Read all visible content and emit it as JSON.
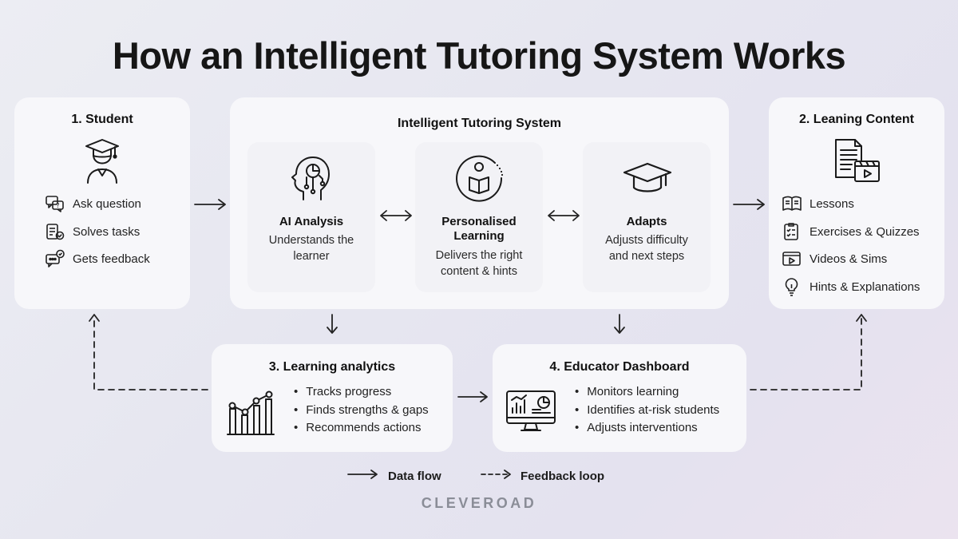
{
  "title": "How an Intelligent Tutoring System Works",
  "student": {
    "title": "1. Student",
    "items": [
      "Ask question",
      "Solves tasks",
      "Gets feedback"
    ]
  },
  "its": {
    "title": "Intelligent Tutoring System",
    "modules": [
      {
        "title": "AI Analysis",
        "desc": [
          "Understands the",
          "learner"
        ]
      },
      {
        "title": [
          "Personalised",
          "Learning"
        ],
        "desc": [
          "Delivers the right",
          "content & hints"
        ]
      },
      {
        "title": "Adapts",
        "desc": [
          "Adjusts difficulty",
          "and next steps"
        ]
      }
    ]
  },
  "content": {
    "title": "2. Leaning Content",
    "items": [
      "Lessons",
      "Exercises & Quizzes",
      "Videos & Sims",
      "Hints & Explanations"
    ]
  },
  "analytics": {
    "title": "3. Learning analytics",
    "items": [
      "Tracks progress",
      "Finds strengths & gaps",
      "Recommends actions"
    ]
  },
  "dashboard": {
    "title": "4. Educator Dashboard",
    "items": [
      "Monitors learning",
      "Identifies at-risk students",
      "Adjusts interventions"
    ]
  },
  "legend": {
    "data_flow": "Data flow",
    "feedback_loop": "Feedback loop"
  },
  "brand": "CLEVEROAD",
  "colors": {
    "stroke": "#222222",
    "card": "#f7f7fa",
    "brand": "#8a8d97"
  }
}
